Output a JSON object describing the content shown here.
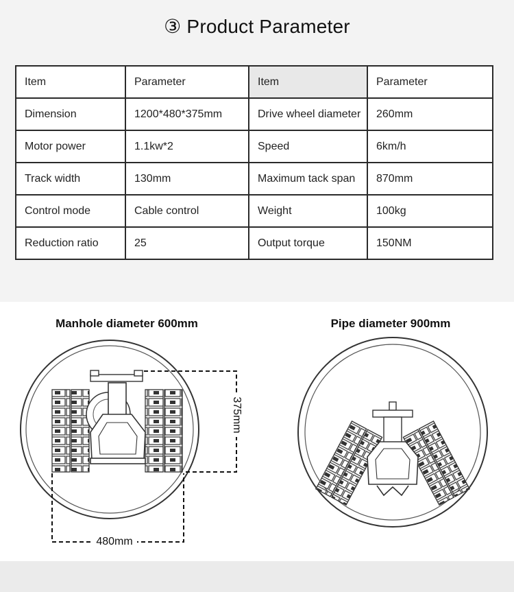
{
  "header": {
    "title": "③ Product Parameter"
  },
  "table": {
    "columns": [
      "Item",
      "Parameter",
      "Item",
      "Parameter"
    ],
    "rows": [
      [
        "Dimension",
        "1200*480*375mm",
        "Drive wheel diameter",
        "260mm"
      ],
      [
        "Motor power",
        "1.1kw*2",
        "Speed",
        "6km/h"
      ],
      [
        "Track width",
        "130mm",
        "Maximum tack span",
        "870mm"
      ],
      [
        "Control mode",
        "Cable control",
        "Weight",
        "100kg"
      ],
      [
        "Reduction ratio",
        "25",
        "Output torque",
        "150NM"
      ]
    ]
  },
  "diagrams": {
    "left_caption": "Manhole diameter 600mm",
    "right_caption": "Pipe diameter 900mm",
    "height_label": "375mm",
    "width_label": "480mm"
  }
}
